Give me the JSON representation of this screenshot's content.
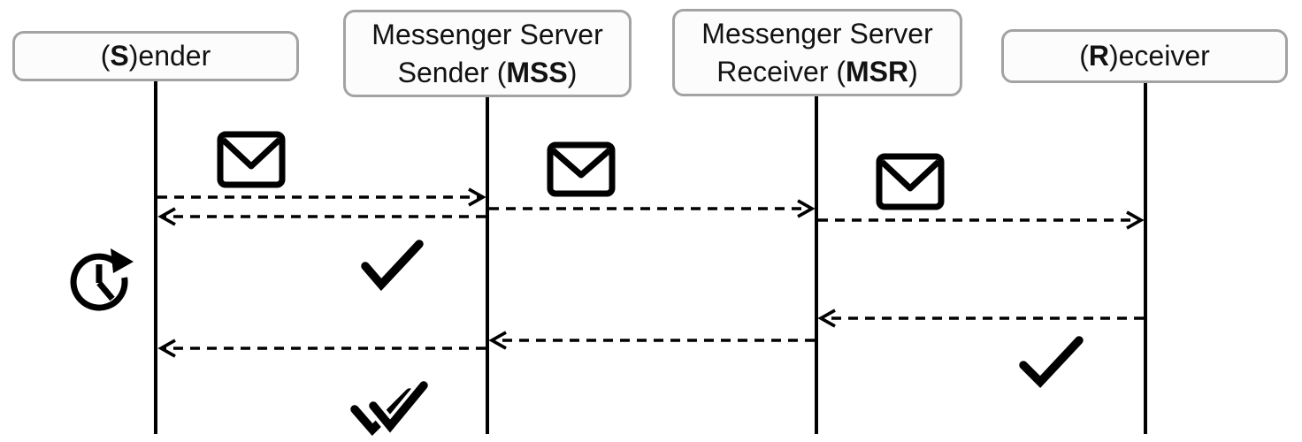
{
  "diagram": {
    "type": "sequence-diagram",
    "background_color": "#ffffff",
    "line_color": "#000000",
    "actor_box_border_color": "#a3a3a3",
    "actor_box_fill_color": "#fcfcfc"
  },
  "actors": [
    {
      "id": "sender",
      "pre": "(",
      "bold": "S",
      "post": ")ender"
    },
    {
      "id": "mss",
      "line1": "Messenger Server",
      "line2_pre": "Sender (",
      "line2_bold": "MSS",
      "line2_post": ")"
    },
    {
      "id": "msr",
      "line1": "Messenger Server",
      "line2_pre": "Receiver (",
      "line2_bold": "MSR",
      "line2_post": ")"
    },
    {
      "id": "receiver",
      "pre": "(",
      "bold": "R",
      "post": ")eceiver"
    }
  ],
  "messages": [
    {
      "from": "sender",
      "to": "mss",
      "style": "dashed",
      "icon": "envelope-icon"
    },
    {
      "from": "mss",
      "to": "msr",
      "style": "dashed",
      "icon": "envelope-icon"
    },
    {
      "from": "mss",
      "to": "sender",
      "style": "dashed",
      "icon": null
    },
    {
      "from": "msr",
      "to": "receiver",
      "style": "dashed",
      "icon": "envelope-icon"
    },
    {
      "from": "receiver",
      "to": "msr",
      "style": "dashed",
      "icon": null
    },
    {
      "from": "msr",
      "to": "mss",
      "style": "dashed",
      "icon": null
    },
    {
      "from": "mss",
      "to": "sender",
      "style": "dashed",
      "icon": null
    }
  ],
  "icons": {
    "sender_timer": "clock-circular-arrow-icon",
    "mss_delivered": "single-check-icon",
    "receiver_delivered": "single-check-icon",
    "mss_read": "double-check-icon",
    "message": "envelope-icon"
  }
}
